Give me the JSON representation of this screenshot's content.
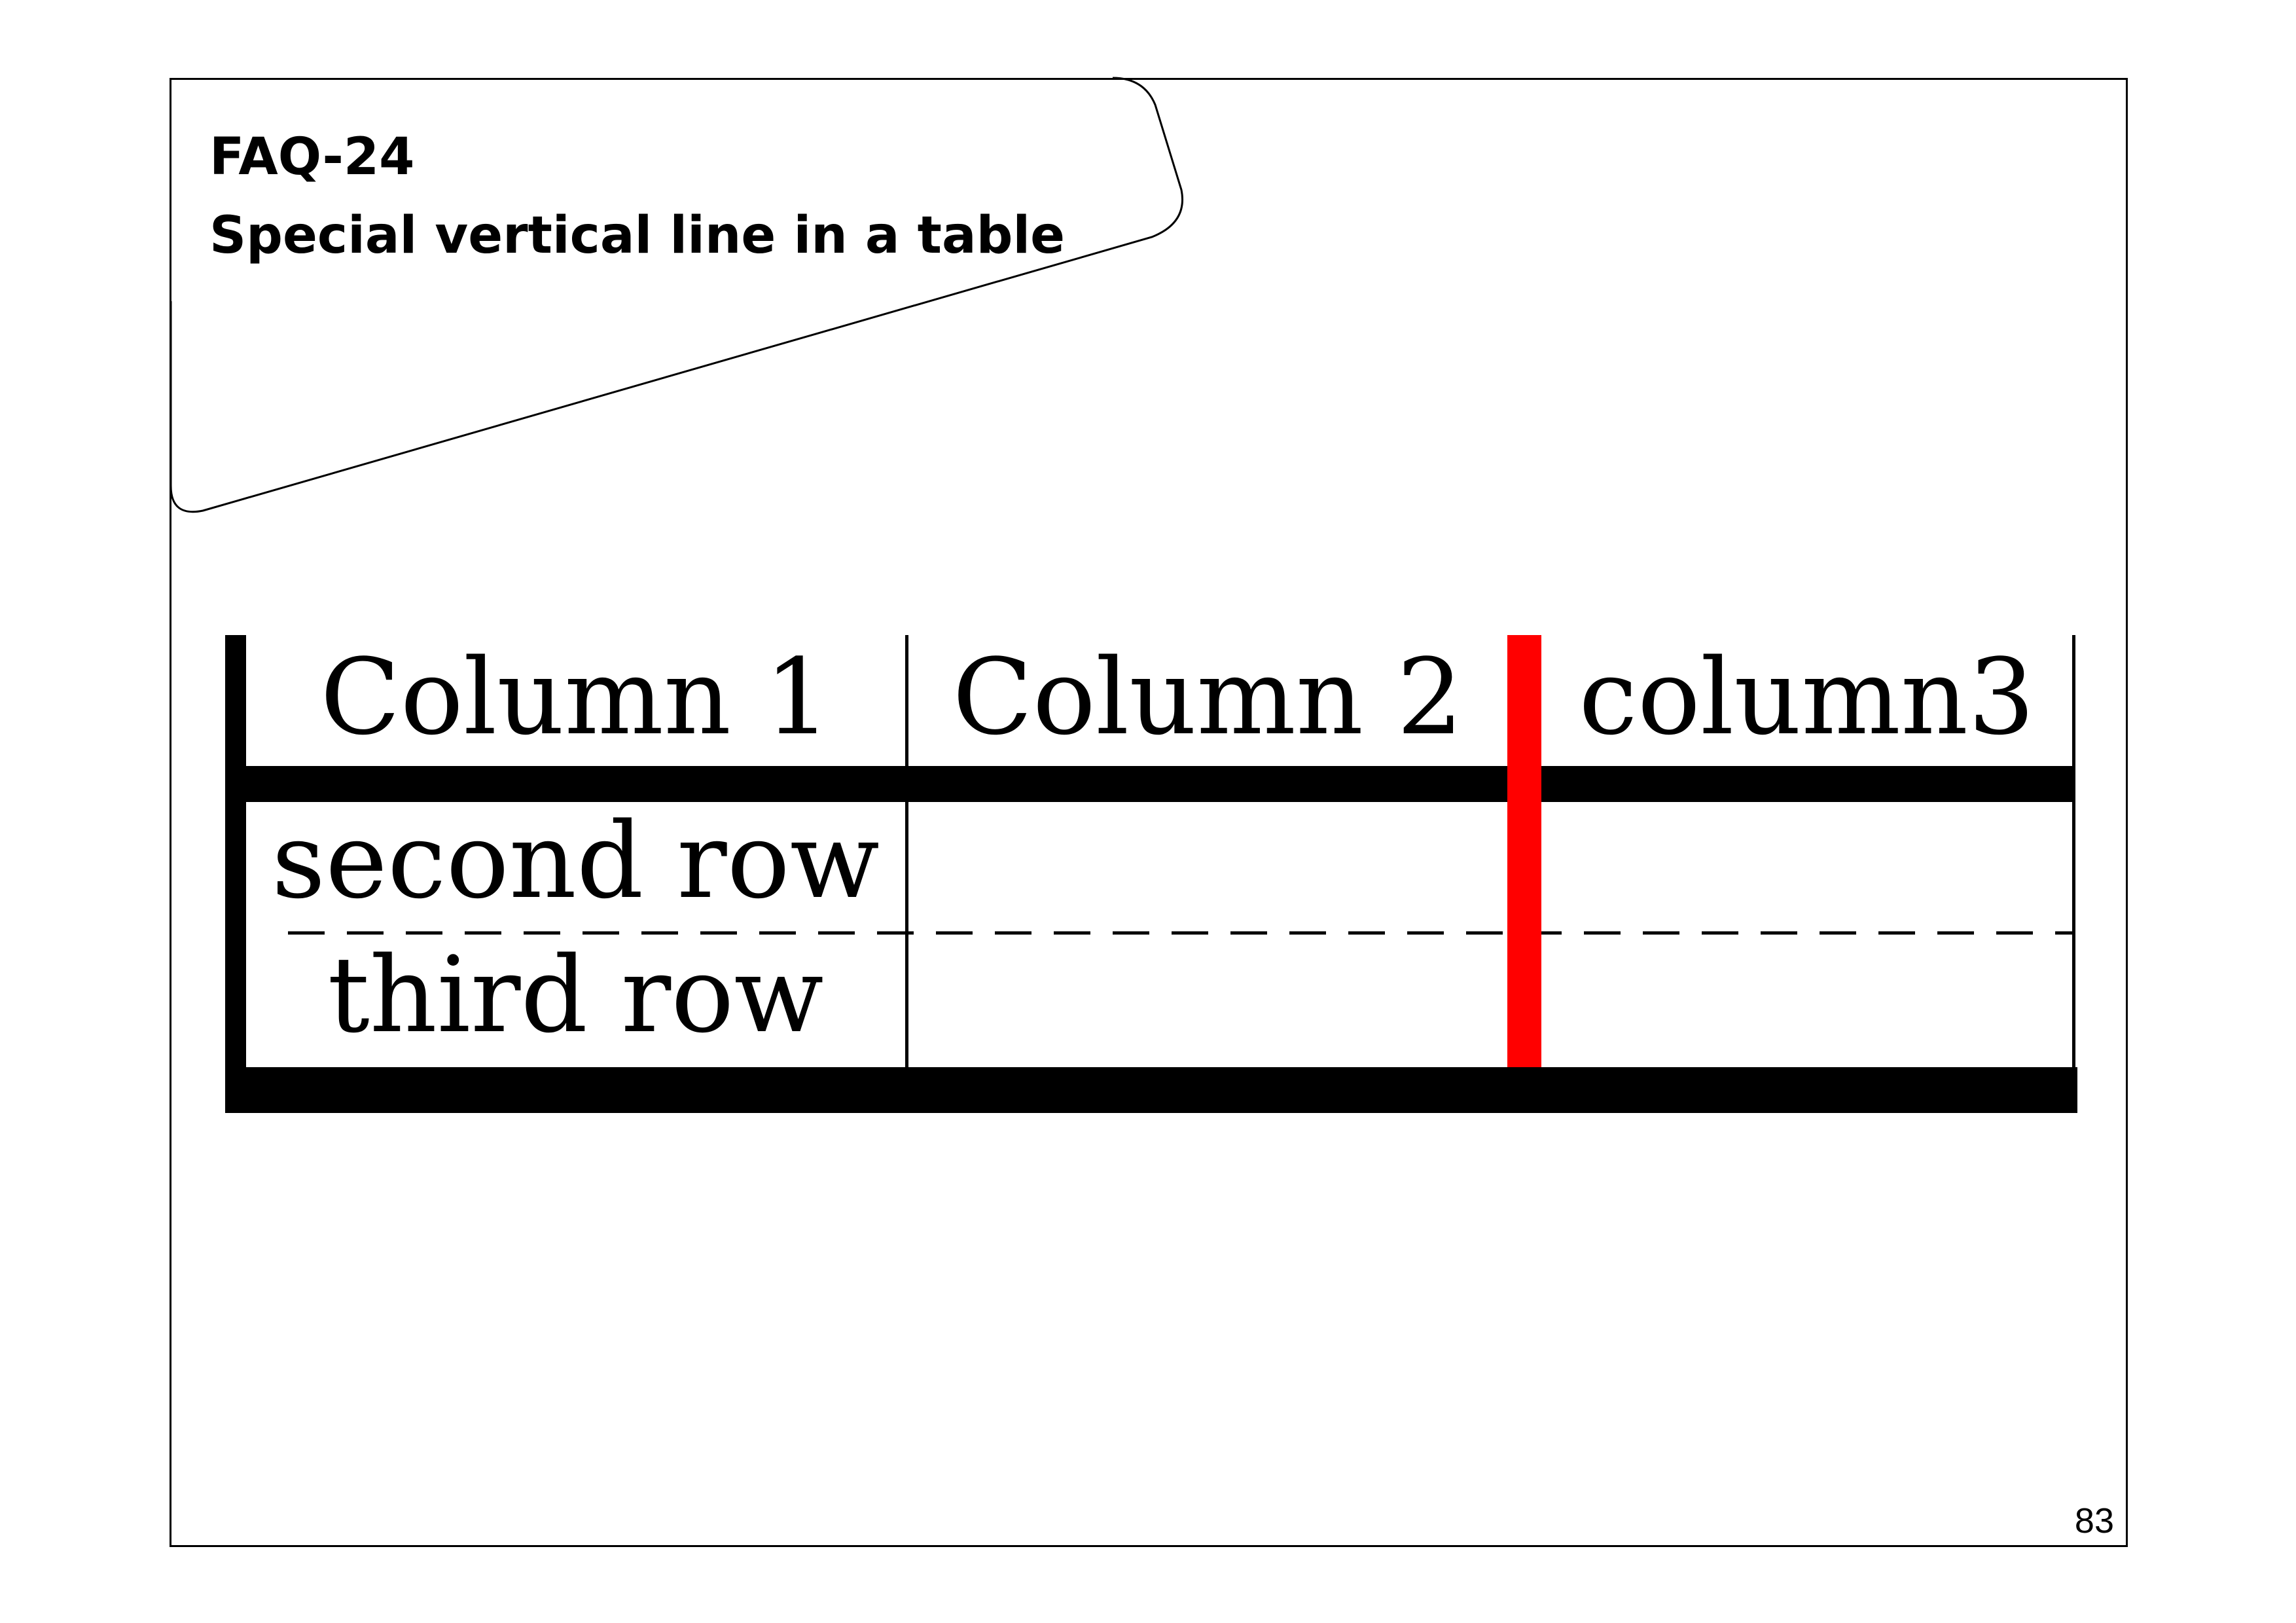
{
  "slide": {
    "title_line1": "FAQ-24",
    "title_line2": "Special vertical line in a table",
    "page_number": "83"
  },
  "table": {
    "headers": [
      "Column 1",
      "Column 2",
      "column3"
    ],
    "rows": [
      [
        "second row",
        "",
        ""
      ],
      [
        "third row",
        "",
        ""
      ]
    ],
    "special_rule_color": "#ff0000",
    "rule_color": "#000000"
  }
}
